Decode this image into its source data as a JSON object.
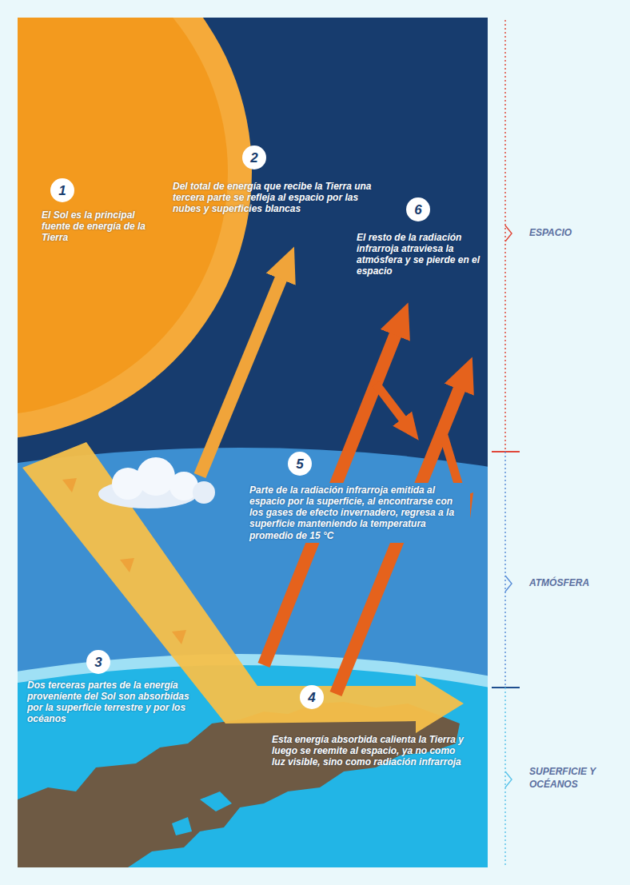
{
  "diagram": {
    "nodes": [
      {
        "text": [
          "1"
        ]
      },
      {
        "text": [
          "2"
        ]
      },
      {
        "text": [
          "3"
        ]
      },
      {
        "text": [
          "4"
        ]
      },
      {
        "text": [
          "5"
        ]
      },
      {
        "text": [
          "6"
        ]
      }
    ],
    "labels": [
      "El Sol es la principal fuente de energía de la Tierra",
      "Del total de energía que recibe la Tierra una tercera parte se refleja al espacio por las nubes y superficies blancas",
      "Dos terceras partes de la energía proveniente del Sol son absorbidas por la superficie terrestre y por los océanos",
      "Esta energía absorbida calienta la Tierra y luego se reemite al espacio, ya no como luz visible, sino como radiación infrarroja",
      "Parte de la radiación infrarroja emitida al espacio por la superficie, al encontrarse con los gases de efecto invernadero, regresa a la superficie manteniendo la temperatura promedio de 15 °C",
      "El resto de la radiación infrarroja atraviesa la atmósfera y se pierde en el espacio",
      "ESPACIO",
      "ATMÓSFERA",
      "SUPERFICIE Y OCÉANOS"
    ]
  }
}
